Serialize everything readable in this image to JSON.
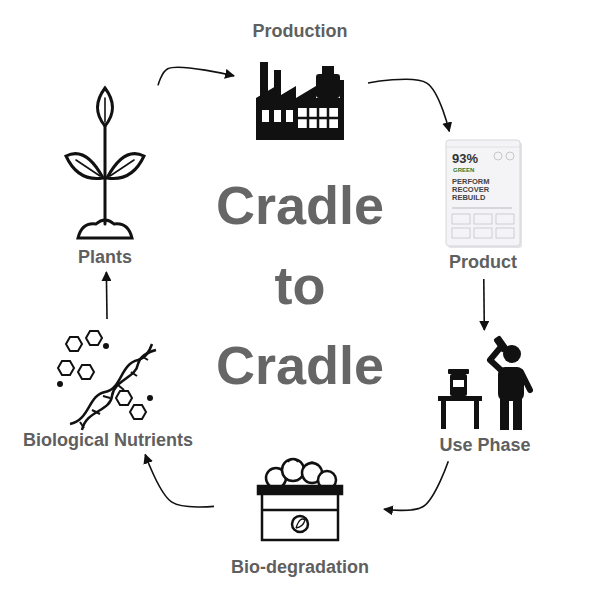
{
  "diagram": {
    "title": "Cradle to Cradle",
    "nodes": [
      {
        "text": [
          "Production"
        ]
      },
      {
        "text": [
          "Product"
        ]
      },
      {
        "text": [
          "Use Phase"
        ]
      },
      {
        "text": [
          "Bio-degradation"
        ]
      },
      {
        "text": [
          "Biological Nutrients"
        ]
      },
      {
        "text": [
          "Plants"
        ]
      }
    ],
    "edges": [
      {
        "from": 5,
        "to": 0,
        "arrow": "to"
      },
      {
        "from": 0,
        "to": 1,
        "arrow": "to"
      },
      {
        "from": 1,
        "to": 2,
        "arrow": "to"
      },
      {
        "from": 2,
        "to": 3,
        "arrow": "to"
      },
      {
        "from": 3,
        "to": 4,
        "arrow": "to"
      },
      {
        "from": 4,
        "to": 5,
        "arrow": "to"
      }
    ],
    "labels": [
      "93%",
      "GREEN",
      "PERFORM RECOVER REBUILD"
    ]
  }
}
